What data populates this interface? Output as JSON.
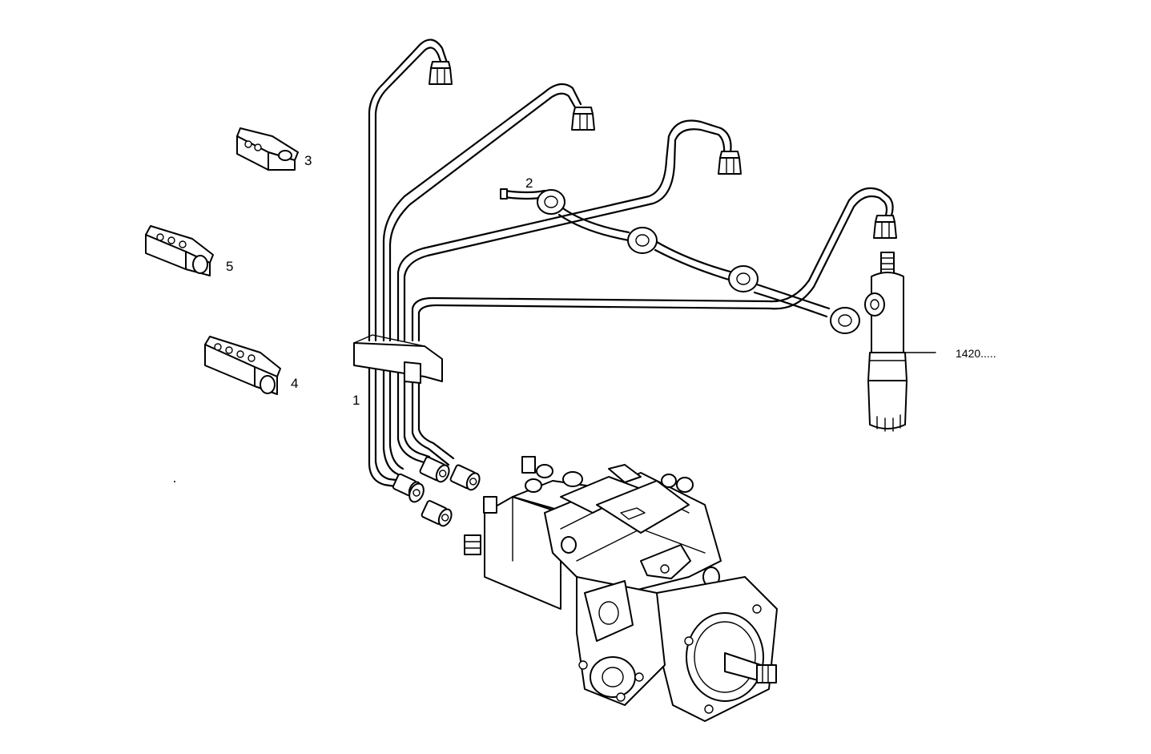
{
  "callouts": {
    "item_1": "1",
    "item_2": "2",
    "item_3": "3",
    "item_4": "4",
    "item_5": "5",
    "ref_injector": "1420....."
  },
  "parts": {
    "injection_pump": "injection-pump",
    "injection_lines": "injection-lines",
    "leak_off_line": "leak-off-line",
    "injector": "injector",
    "clamp_3": "line-clamp-3",
    "clamp_4": "line-clamp-4",
    "clamp_5": "line-clamp-5"
  }
}
